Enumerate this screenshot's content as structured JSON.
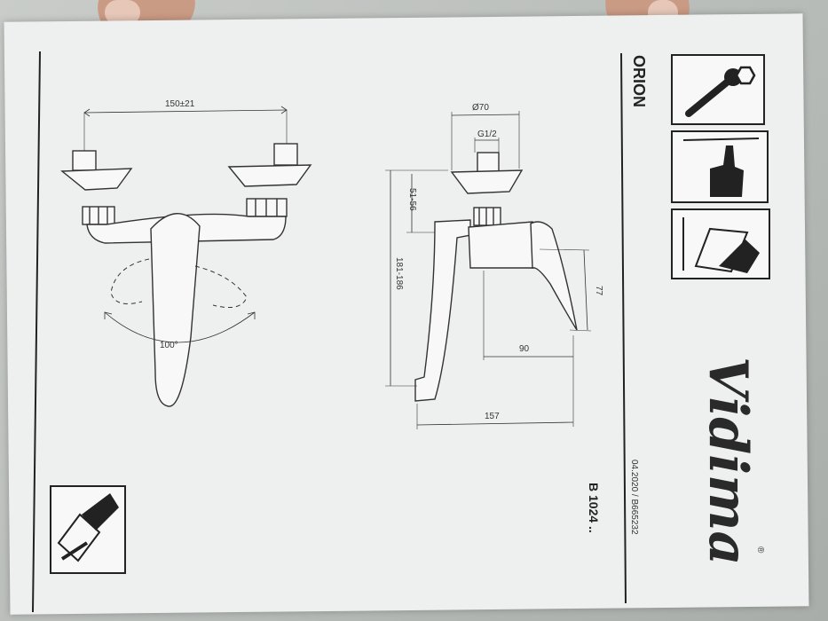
{
  "document": {
    "product_name": "ORION",
    "brand": "Vidima",
    "registered_mark": "®",
    "doc_code": "04.2020 / B665232",
    "model_code": "B 1024 .."
  },
  "dimensions": {
    "front_width": "150±21",
    "angle": "100°",
    "diameter": "Ø70",
    "thread": "G1/2",
    "inlet_height": "51-56",
    "total_height": "181-186",
    "lever_depth": "77",
    "spout_reach_short": "90",
    "spout_reach_long": "157"
  },
  "icons": [
    "wrench-nut-icon",
    "finger-press-icon",
    "cleaning-cloth-icon",
    "hand-wipe-icon"
  ],
  "colors": {
    "paper": "#eef0ef",
    "ink": "#2a2a2a",
    "table": "#bcc0bd",
    "skin": "#c99a84"
  }
}
